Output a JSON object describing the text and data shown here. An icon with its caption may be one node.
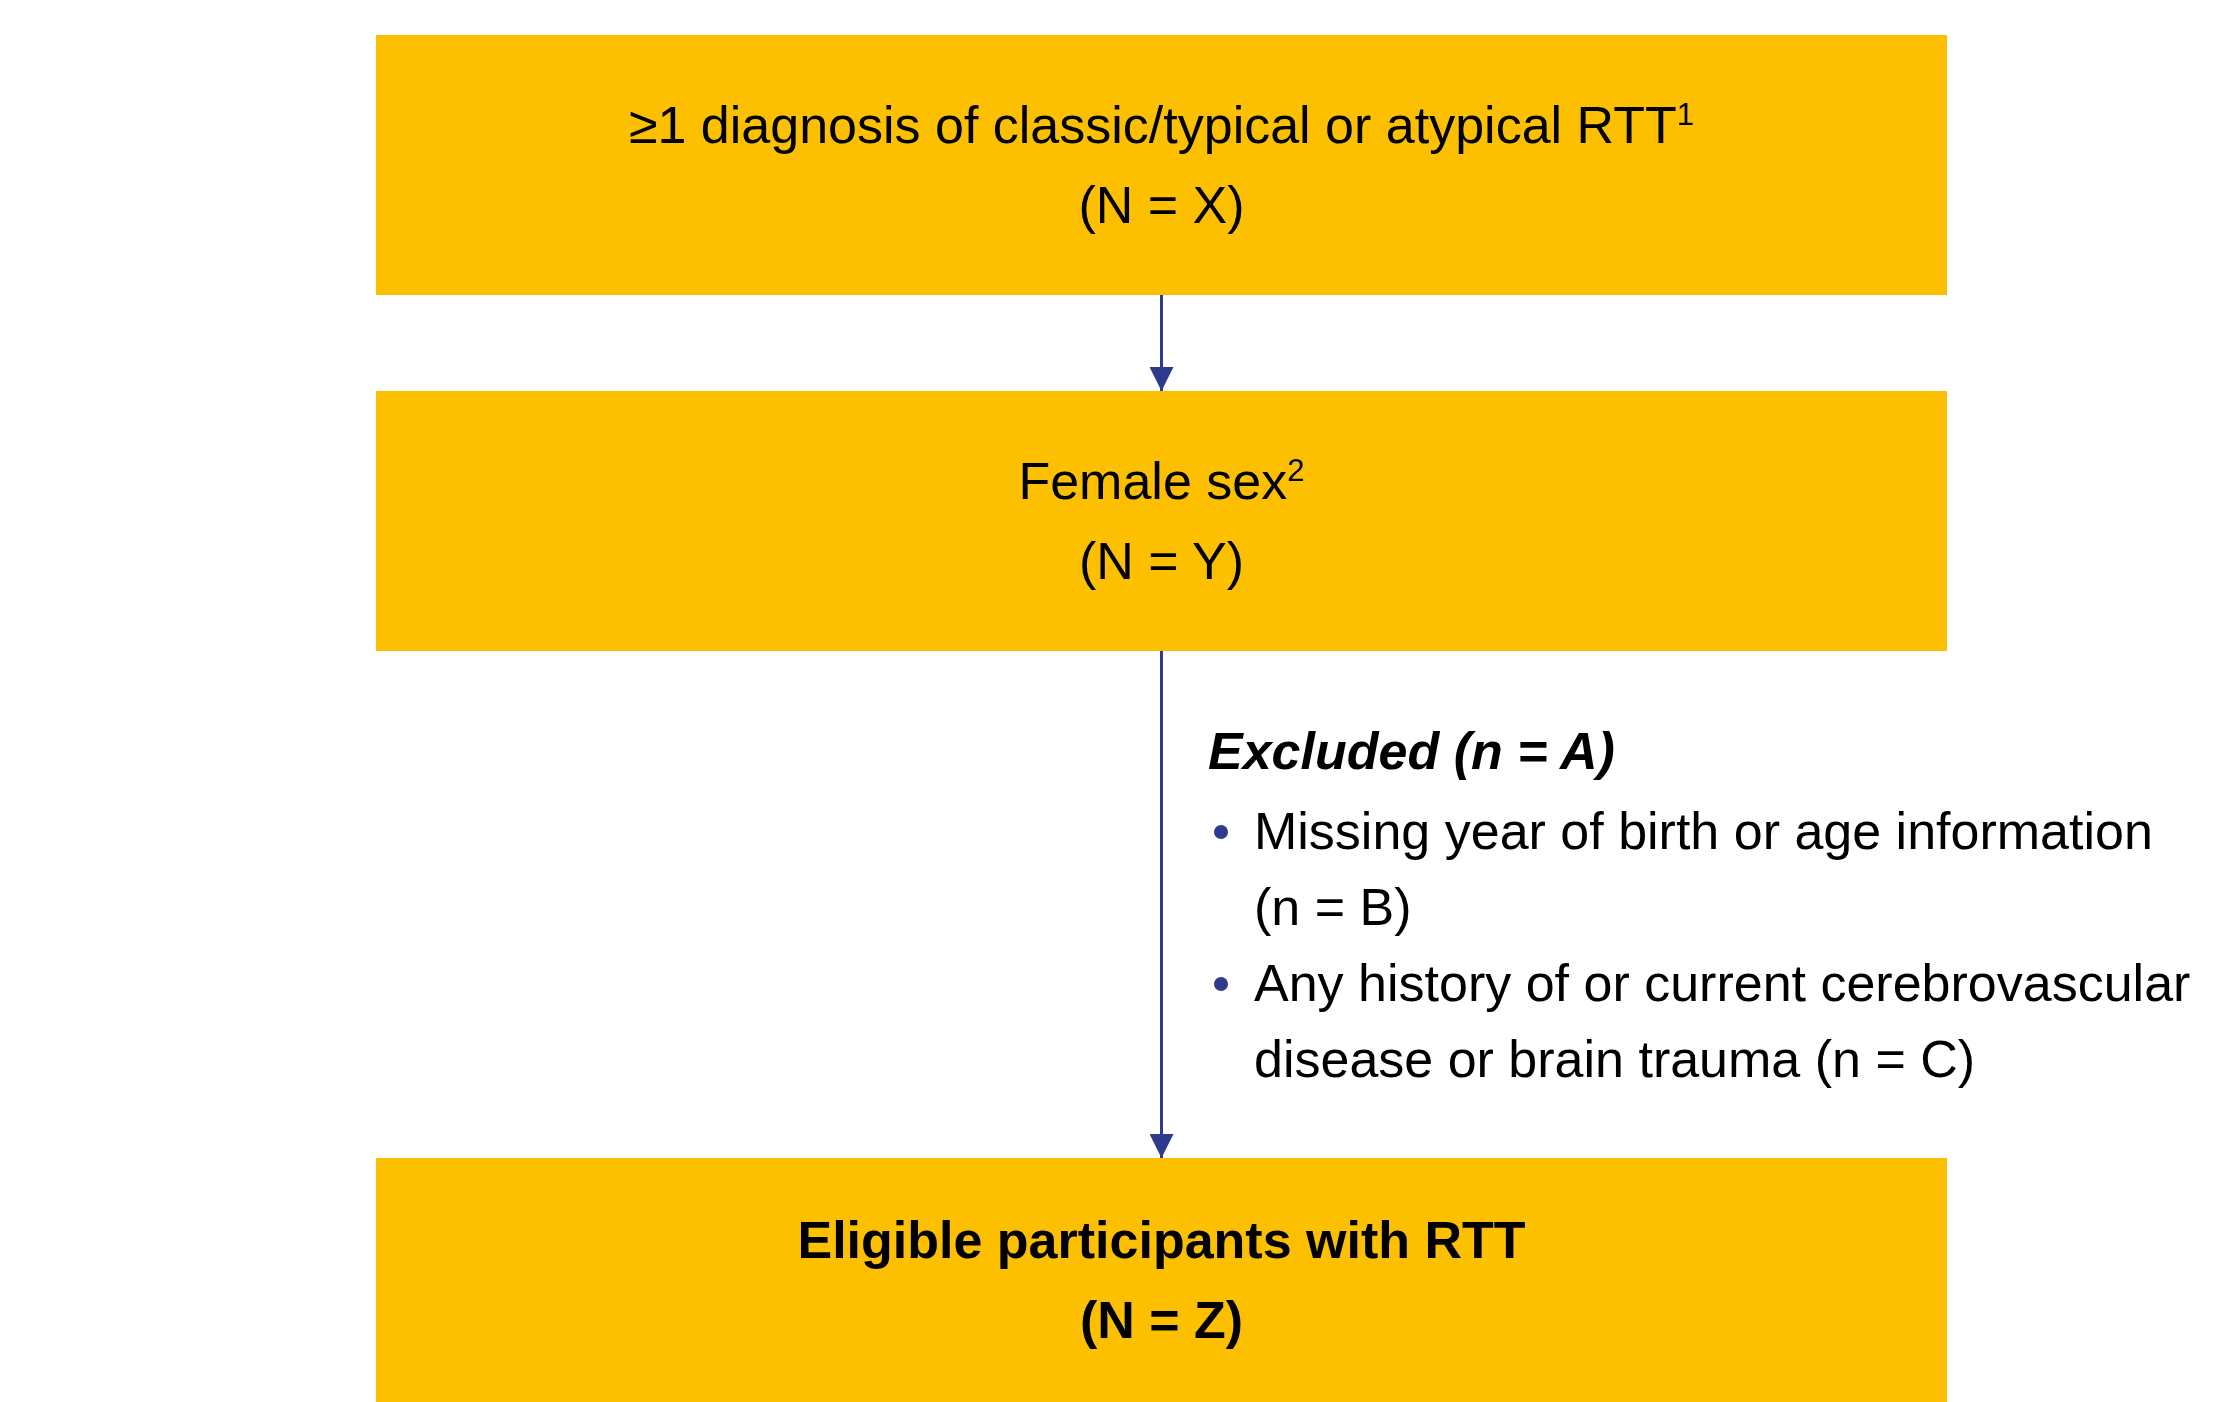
{
  "diagram": {
    "nodes": [
      {
        "text": [
          "≥1 diagnosis of classic/typical or atypical RTT$^{1}$",
          "(N = X)"
        ]
      },
      {
        "text": [
          "Female sex$^{2}$",
          "(N = Y)"
        ]
      },
      {
        "text": [
          "Eligible participants with RTT",
          "(N = Z)"
        ]
      }
    ],
    "edges": [
      {
        "from": 0,
        "to": 1,
        "arrow": "to"
      },
      {
        "from": 1,
        "to": 2,
        "arrow": "to"
      }
    ],
    "labels": [
      "Excluded (n = A)",
      "Missing year of birth or age information (n = B)",
      "Any history of or current cerebrovascular disease or brain trauma (n = C)"
    ]
  }
}
